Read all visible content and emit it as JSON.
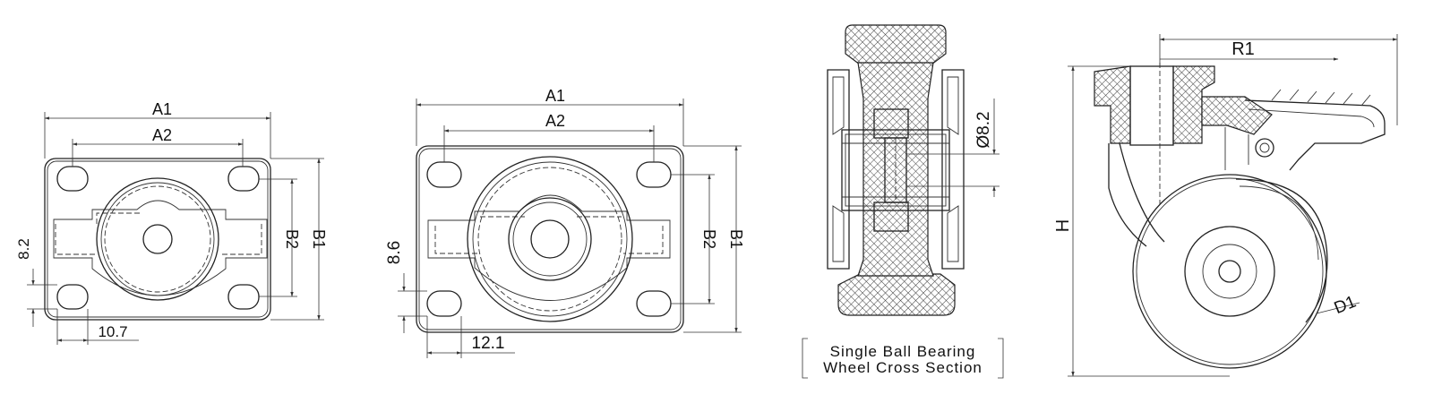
{
  "plate_small": {
    "a1_label": "A1",
    "a2_label": "A2",
    "b1_label": "B1",
    "b2_label": "B2",
    "hole_width": "10.7",
    "hole_height": "8.2"
  },
  "plate_large": {
    "a1_label": "A1",
    "a2_label": "A2",
    "b1_label": "B1",
    "b2_label": "B2",
    "hole_width": "12.1",
    "hole_height": "8.6"
  },
  "cross_section": {
    "bore_label": "Ø8.2",
    "caption_line1": "Single Ball Bearing",
    "caption_line2": "Wheel Cross Section"
  },
  "side_view": {
    "r1_label": "R1",
    "h_label": "H",
    "d1_label": "D1"
  }
}
